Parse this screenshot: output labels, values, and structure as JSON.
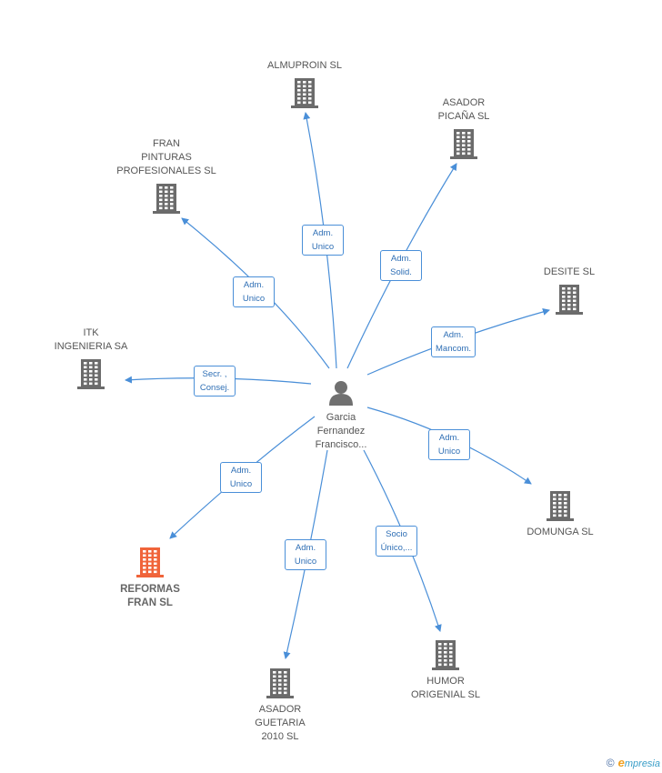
{
  "center": {
    "name": "Garcia\nFernandez\nFrancisco..."
  },
  "companies": [
    {
      "id": "almuproin",
      "name": "ALMUPROIN  SL",
      "focus": false
    },
    {
      "id": "asador-picana",
      "name": "ASADOR\nPICAÑA SL",
      "focus": false
    },
    {
      "id": "fran-pinturas",
      "name": "FRAN\nPINTURAS\nPROFESIONALES SL",
      "focus": false
    },
    {
      "id": "desite",
      "name": "DESITE SL",
      "focus": false
    },
    {
      "id": "itk",
      "name": "ITK\nINGENIERIA SA",
      "focus": false
    },
    {
      "id": "domunga",
      "name": "DOMUNGA SL",
      "focus": false
    },
    {
      "id": "reformas-fran",
      "name": "REFORMAS\nFRAN SL",
      "focus": true
    },
    {
      "id": "humor-origenial",
      "name": "HUMOR\nORIGENIAL SL",
      "focus": false
    },
    {
      "id": "asador-guetaria",
      "name": "ASADOR\nGUETARIA\n2010 SL",
      "focus": false
    }
  ],
  "relations": [
    {
      "to": "almuproin",
      "label": "Adm.\nUnico"
    },
    {
      "to": "asador-picana",
      "label": "Adm.\nSolid."
    },
    {
      "to": "fran-pinturas",
      "label": "Adm.\nUnico"
    },
    {
      "to": "desite",
      "label": "Adm.\nMancom."
    },
    {
      "to": "itk",
      "label": "Secr. ,\nConsej."
    },
    {
      "to": "domunga",
      "label": "Adm.\nUnico"
    },
    {
      "to": "reformas-fran",
      "label": "Adm.\nUnico"
    },
    {
      "to": "humor-origenial",
      "label": "Socio\nÚnico,..."
    },
    {
      "to": "asador-guetaria",
      "label": "Adm.\nUnico"
    }
  ],
  "footer": {
    "copyright": "©",
    "brand_initial": "e",
    "brand_rest": "mpresia"
  },
  "colors": {
    "building": "#6b6b6b",
    "building_focus": "#f0643a",
    "edge": "#4a8fd8",
    "person": "#707070"
  }
}
